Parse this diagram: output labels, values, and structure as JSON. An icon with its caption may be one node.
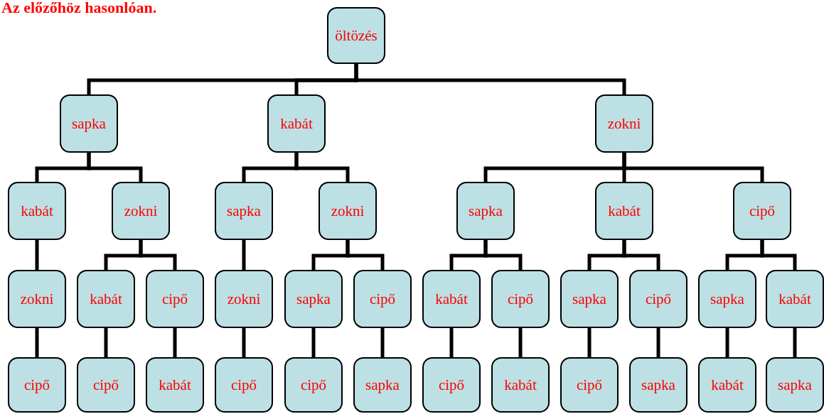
{
  "diagram": {
    "nodes": [
      {
        "text": [
          "öltözés"
        ]
      },
      {
        "text": [
          "sapka"
        ]
      },
      {
        "text": [
          "kabát"
        ]
      },
      {
        "text": [
          "zokni"
        ]
      },
      {
        "text": [
          "kabát"
        ]
      },
      {
        "text": [
          "zokni"
        ]
      },
      {
        "text": [
          "sapka"
        ]
      },
      {
        "text": [
          "zokni"
        ]
      },
      {
        "text": [
          "sapka"
        ]
      },
      {
        "text": [
          "kabát"
        ]
      },
      {
        "text": [
          "cipő"
        ]
      },
      {
        "text": [
          "zokni"
        ]
      },
      {
        "text": [
          "kabát"
        ]
      },
      {
        "text": [
          "cipő"
        ]
      },
      {
        "text": [
          "zokni"
        ]
      },
      {
        "text": [
          "sapka"
        ]
      },
      {
        "text": [
          "cipő"
        ]
      },
      {
        "text": [
          "kabát"
        ]
      },
      {
        "text": [
          "cipő"
        ]
      },
      {
        "text": [
          "sapka"
        ]
      },
      {
        "text": [
          "cipő"
        ]
      },
      {
        "text": [
          "sapka"
        ]
      },
      {
        "text": [
          "kabát"
        ]
      },
      {
        "text": [
          "cipő"
        ]
      },
      {
        "text": [
          "cipő"
        ]
      },
      {
        "text": [
          "kabát"
        ]
      },
      {
        "text": [
          "cipő"
        ]
      },
      {
        "text": [
          "cipő"
        ]
      },
      {
        "text": [
          "sapka"
        ]
      },
      {
        "text": [
          "cipő"
        ]
      },
      {
        "text": [
          "kabát"
        ]
      },
      {
        "text": [
          "cipő"
        ]
      },
      {
        "text": [
          "sapka"
        ]
      },
      {
        "text": [
          "kabát"
        ]
      },
      {
        "text": [
          "sapka"
        ]
      }
    ],
    "edges": [
      {
        "from": 0,
        "to": 1,
        "arrow": "none"
      },
      {
        "from": 0,
        "to": 2,
        "arrow": "none"
      },
      {
        "from": 0,
        "to": 3,
        "arrow": "none"
      },
      {
        "from": 1,
        "to": 4,
        "arrow": "none"
      },
      {
        "from": 1,
        "to": 5,
        "arrow": "none"
      },
      {
        "from": 2,
        "to": 6,
        "arrow": "none"
      },
      {
        "from": 2,
        "to": 7,
        "arrow": "none"
      },
      {
        "from": 3,
        "to": 8,
        "arrow": "none"
      },
      {
        "from": 3,
        "to": 9,
        "arrow": "none"
      },
      {
        "from": 3,
        "to": 10,
        "arrow": "none"
      },
      {
        "from": 4,
        "to": 11,
        "arrow": "none"
      },
      {
        "from": 5,
        "to": 12,
        "arrow": "none"
      },
      {
        "from": 5,
        "to": 13,
        "arrow": "none"
      },
      {
        "from": 6,
        "to": 14,
        "arrow": "none"
      },
      {
        "from": 7,
        "to": 15,
        "arrow": "none"
      },
      {
        "from": 7,
        "to": 16,
        "arrow": "none"
      },
      {
        "from": 8,
        "to": 17,
        "arrow": "none"
      },
      {
        "from": 8,
        "to": 18,
        "arrow": "none"
      },
      {
        "from": 9,
        "to": 19,
        "arrow": "none"
      },
      {
        "from": 9,
        "to": 20,
        "arrow": "none"
      },
      {
        "from": 10,
        "to": 21,
        "arrow": "none"
      },
      {
        "from": 10,
        "to": 22,
        "arrow": "none"
      },
      {
        "from": 11,
        "to": 23,
        "arrow": "none"
      },
      {
        "from": 12,
        "to": 24,
        "arrow": "none"
      },
      {
        "from": 13,
        "to": 25,
        "arrow": "none"
      },
      {
        "from": 14,
        "to": 26,
        "arrow": "none"
      },
      {
        "from": 15,
        "to": 27,
        "arrow": "none"
      },
      {
        "from": 16,
        "to": 28,
        "arrow": "none"
      },
      {
        "from": 17,
        "to": 29,
        "arrow": "none"
      },
      {
        "from": 18,
        "to": 30,
        "arrow": "none"
      },
      {
        "from": 19,
        "to": 31,
        "arrow": "none"
      },
      {
        "from": 20,
        "to": 32,
        "arrow": "none"
      },
      {
        "from": 21,
        "to": 33,
        "arrow": "none"
      },
      {
        "from": 22,
        "to": 34,
        "arrow": "none"
      }
    ],
    "labels": [
      "Az előzőhöz hasonlóan."
    ]
  }
}
